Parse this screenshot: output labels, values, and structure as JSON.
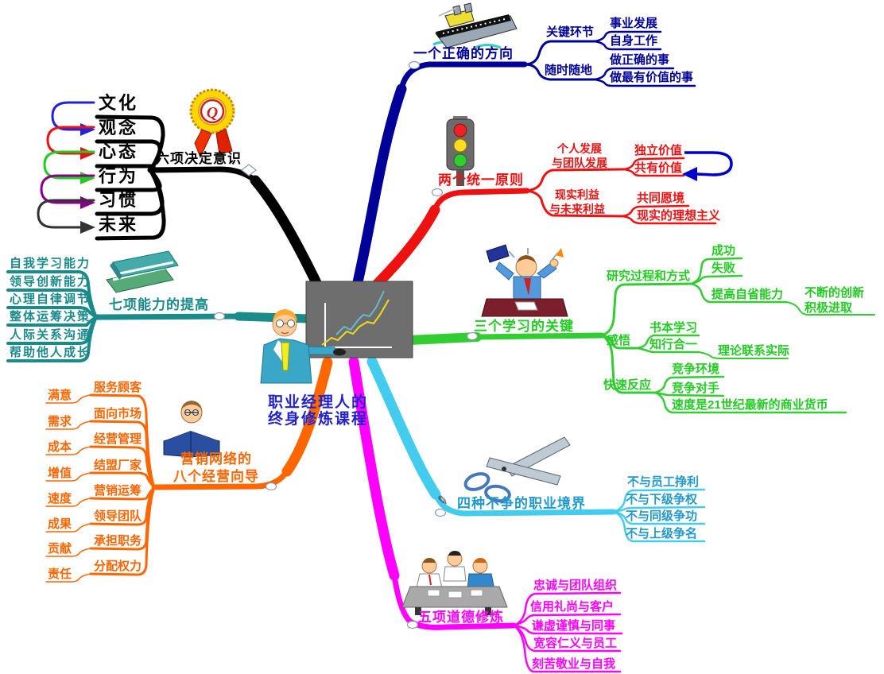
{
  "center": {
    "title": [
      "职业经理人的",
      "终身修炼课程"
    ]
  },
  "award_letter": "Q",
  "colors": {
    "direction": "#000099",
    "unity": "#EE1111",
    "learning": "#22CC22",
    "no_contest": "#2299CC",
    "ethics": "#FF00FF",
    "awareness": "#000000",
    "abilities": "#1B8A8A",
    "marketing": "#FF6600",
    "loop_arrow_blue": "#0000CC",
    "arrow_purple": "#880088",
    "arrow_gray": "#333333",
    "center_title": "#2222CC",
    "board_gray": "#6E6E6E"
  },
  "branches": {
    "direction": {
      "label": "一个正确的方向",
      "icon": "ship-icon",
      "children": {
        "key_link": {
          "label": "关键环节",
          "children": [
            "事业发展",
            "自身工作"
          ]
        },
        "anytime": {
          "label": "随时随地",
          "children": [
            "做正确的事",
            "做最有价值的事"
          ]
        }
      }
    },
    "unity": {
      "label": "两个统一原则",
      "icon": "traffic-light-icon",
      "children": {
        "personal_team": {
          "label": [
            "个人发展",
            "与团队发展"
          ],
          "children": [
            "独立价值",
            "共有价值"
          ]
        },
        "present_future": {
          "label": [
            "现实利益",
            "与未来利益"
          ],
          "children": [
            "共同愿境",
            "现实的理想主义"
          ]
        }
      }
    },
    "learning": {
      "label": "三个学习的关键",
      "icon": "study-icon",
      "children": {
        "research": {
          "label": "研究过程和方式",
          "children": [
            "成功",
            "失败"
          ],
          "reflect": {
            "label": "提高自省能力",
            "children": [
              "不断的创新",
              "积极进取"
            ]
          }
        },
        "insight": {
          "label": "感悟",
          "children": [
            "书本学习"
          ],
          "unity_kx": {
            "label": "知行合一",
            "children": [
              "理论联系实际"
            ]
          }
        },
        "react": {
          "label": "快速反应",
          "children": [
            "竞争环境",
            "竞争对手",
            "速度是21世纪最新的商业货币"
          ]
        }
      }
    },
    "no_contest": {
      "label": "四种不争的职业境界",
      "icon": "scissors-icon",
      "children": [
        "不与员工挣利",
        "不与下级争权",
        "不与同级争功",
        "不与上级争名"
      ]
    },
    "ethics": {
      "label": "五项道德修炼",
      "icon": "meeting-icon",
      "children": [
        "忠诚与团队组织",
        "信用礼尚与客户",
        "谦虚谨慎与同事",
        "宽容仁义与员工",
        "刻苦敬业与自我"
      ]
    },
    "awareness": {
      "label": "六项决定意识",
      "icon": "award-icon",
      "children": [
        "文化",
        "观念",
        "心态",
        "行为",
        "习惯",
        "未来"
      ]
    },
    "abilities": {
      "label": "七项能力的提高",
      "icon": "books-icon",
      "children": [
        "自我学习能力",
        "领导创新能力",
        "心理自律调节",
        "整体运筹决策",
        "人际关系沟通",
        "帮助他人成长"
      ]
    },
    "marketing": {
      "label": [
        "营销网络的",
        "八个经营向导"
      ],
      "icon": "reading-icon",
      "children": [
        {
          "item": "服务顾客",
          "sub": "满意"
        },
        {
          "item": "面向市场",
          "sub": "需求"
        },
        {
          "item": "经营管理",
          "sub": "成本"
        },
        {
          "item": "结盟厂家",
          "sub": "增值"
        },
        {
          "item": "营销运筹",
          "sub": "速度"
        },
        {
          "item": "领导团队",
          "sub": "成果"
        },
        {
          "item": "承担职务",
          "sub": "贡献"
        },
        {
          "item": "分配权力",
          "sub": "责任"
        }
      ]
    }
  }
}
